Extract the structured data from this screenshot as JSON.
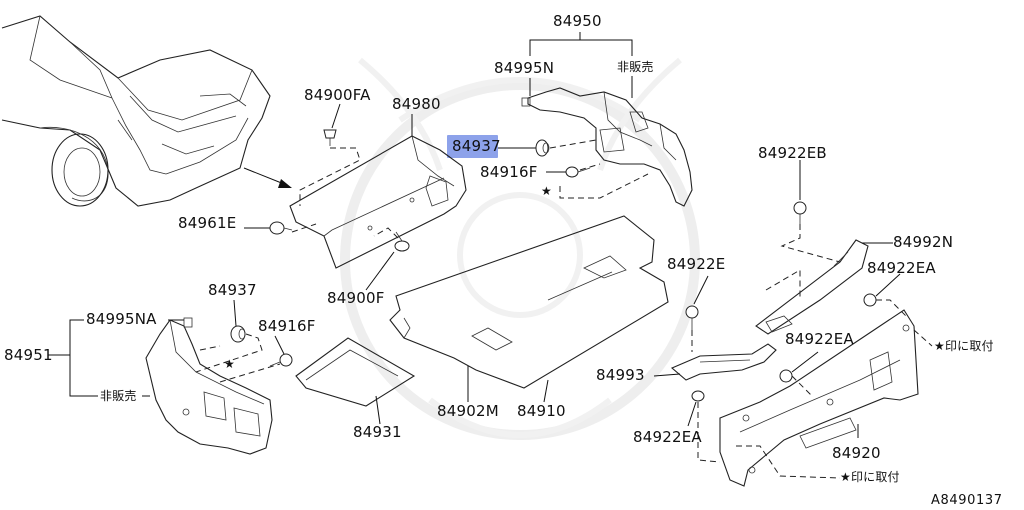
{
  "highlight_color": "#8da2ea",
  "diagram_ref": "A8490137",
  "labels": {
    "l84950": "84950",
    "l84995n": "84995N",
    "l_not_for_sale_top": "非販売",
    "l84900fa": "84900FA",
    "l84980": "84980",
    "l84937_top": "84937",
    "l84916f_top": "84916F",
    "l84922eb": "84922EB",
    "l84961e": "84961E",
    "l84992n": "84992N",
    "l84922e": "84922E",
    "l84922ea_right": "84922EA",
    "l84937_left": "84937",
    "l84900f": "84900F",
    "l84995na": "84995NA",
    "l84916f_left": "84916F",
    "l84951": "84951",
    "l84922ea_mid": "84922EA",
    "l_install_star_right": "★印に取付",
    "l84993": "84993",
    "l_not_for_sale_left": "非販売",
    "l84931": "84931",
    "l84902m": "84902M",
    "l84910": "84910",
    "l84922ea_bottom": "84922EA",
    "l84920": "84920",
    "l_install_star_bottom": "★印に取付",
    "star_top": "★",
    "star_left": "★"
  }
}
